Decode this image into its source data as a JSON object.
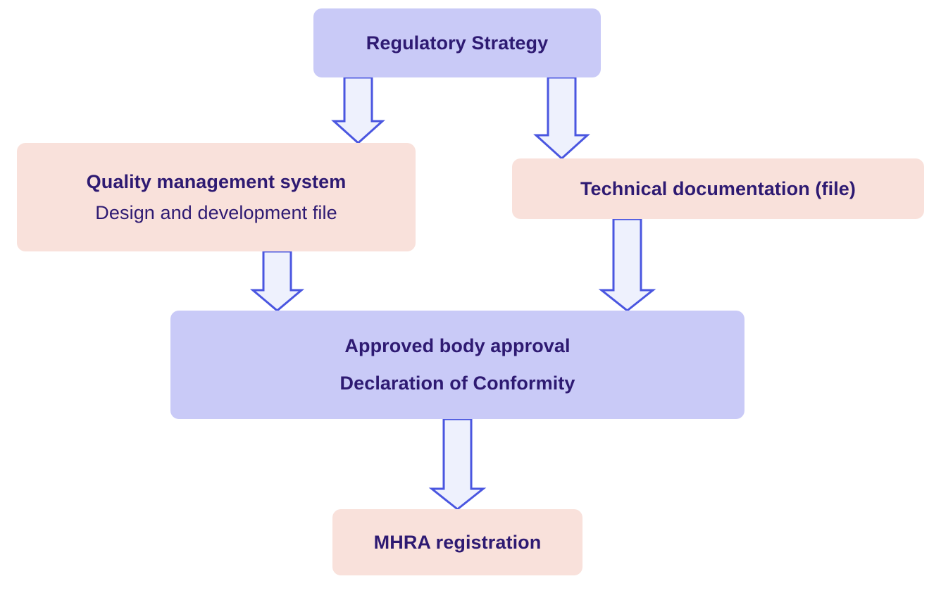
{
  "diagram": {
    "title": "Regulatory pathway flowchart",
    "palette": {
      "node_purple": "#c9caf7",
      "node_pink": "#f9e1db",
      "text": "#2e1a72",
      "arrow_stroke": "#4a56e0",
      "arrow_fill": "#eef1fd",
      "background": "#ffffff"
    },
    "nodes": [
      {
        "id": "regulatory-strategy",
        "lines": [
          "Regulatory Strategy"
        ],
        "fill": "node_purple"
      },
      {
        "id": "quality-management-system",
        "lines": [
          "Quality management system",
          "Design and development file"
        ],
        "fill": "node_pink"
      },
      {
        "id": "technical-documentation",
        "lines": [
          "Technical documentation (file)"
        ],
        "fill": "node_pink"
      },
      {
        "id": "approved-body-approval",
        "lines": [
          "Approved body approval",
          "Declaration of Conformity"
        ],
        "fill": "node_purple"
      },
      {
        "id": "mhra-registration",
        "lines": [
          "MHRA registration"
        ],
        "fill": "node_pink"
      }
    ],
    "edges": [
      {
        "id": "edge-strategy-to-qms",
        "from": "regulatory-strategy",
        "to": "quality-management-system",
        "icon": "down-arrow-icon"
      },
      {
        "id": "edge-strategy-to-techdoc",
        "from": "regulatory-strategy",
        "to": "technical-documentation",
        "icon": "down-arrow-icon"
      },
      {
        "id": "edge-qms-to-approval",
        "from": "quality-management-system",
        "to": "approved-body-approval",
        "icon": "down-arrow-icon"
      },
      {
        "id": "edge-techdoc-to-approval",
        "from": "technical-documentation",
        "to": "approved-body-approval",
        "icon": "down-arrow-icon"
      },
      {
        "id": "edge-approval-to-mhra",
        "from": "approved-body-approval",
        "to": "mhra-registration",
        "icon": "down-arrow-icon"
      }
    ]
  }
}
